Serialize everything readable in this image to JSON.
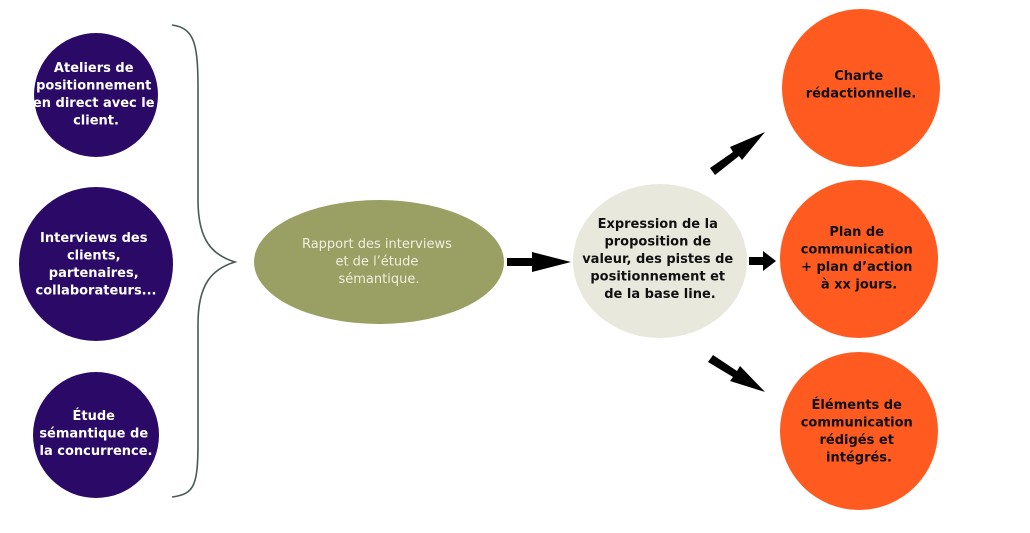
{
  "colors": {
    "inputs": "#2a0a66",
    "synthesis": "#9a9f63",
    "proposition": "#e8e8dc",
    "outputs": "#ff5a1f",
    "brace": "#4a5a55",
    "arrow": "#000000"
  },
  "inputs": [
    {
      "lines": [
        "Ateliers de",
        "positionnement",
        "en direct avec le",
        "client."
      ]
    },
    {
      "lines": [
        "Interviews des",
        "clients,",
        "partenaires,",
        "collaborateurs..."
      ]
    },
    {
      "lines": [
        "Étude",
        "sémantique de",
        "la concurrence."
      ]
    }
  ],
  "synthesis": {
    "lines": [
      "Rapport des interviews",
      "et de l’étude",
      "sémantique."
    ]
  },
  "proposition": {
    "lines": [
      "Expression de la",
      "proposition de",
      "valeur, des pistes de",
      "positionnement et",
      "de la base line."
    ]
  },
  "outputs": [
    {
      "lines": [
        "Charte",
        "rédactionnelle."
      ]
    },
    {
      "lines": [
        "Plan de",
        "communication",
        "+ plan d’action",
        "à xx jours."
      ]
    },
    {
      "lines": [
        "Éléments de",
        "communication",
        "rédigés et",
        "intégrés."
      ]
    }
  ]
}
